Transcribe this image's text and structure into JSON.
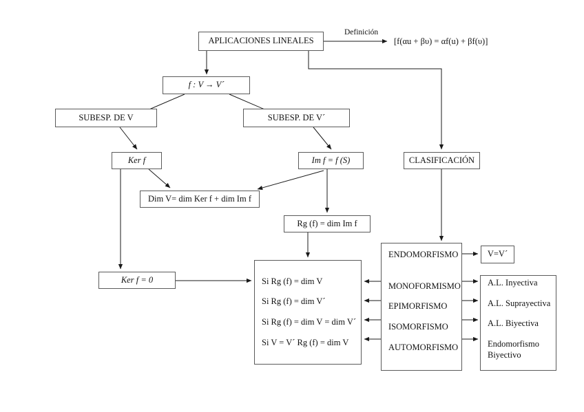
{
  "diagram": {
    "title": "APLICACIONES LINEALES",
    "nodes": {
      "root": "APLICACIONES LINEALES",
      "definicion_label": "Definición",
      "definicion_formula": "[f(αu + βυ) = αf(u) + βf(υ)]",
      "map": "f :  V → V´",
      "subesp_v": "SUBESP. DE V",
      "subesp_vp": "SUBESP. DE V´",
      "ker": "Ker f",
      "im": "Im f = f (S)",
      "dim_rel": "Dim V= dim Ker f +  dim Im f",
      "rango": "Rg (f) = dim Im f",
      "clasificacion": "CLASIFICACIÓN",
      "ker_cero": "Ker f = 0",
      "v_equals_vp": "V=V´"
    },
    "conditions": {
      "rows": [
        "Si Rg (f) = dim V",
        "Si Rg (f) = dim V´",
        "Si Rg (f) = dim V = dim V´",
        "Si V = V´  Rg (f) = dim V"
      ]
    },
    "morphisms": {
      "rows": [
        "ENDOMORFISMO",
        "MONOFORMISMO",
        "EPIMORFISMO",
        "ISOMORFISMO",
        "AUTOMORFISMO"
      ]
    },
    "results": {
      "rows": [
        "A.L. Inyectiva",
        "A.L. Suprayectiva",
        "A.L. Biyectiva",
        "Endomorfismo",
        "Biyectivo"
      ]
    },
    "colors": {
      "line": "#5a5a5a",
      "text": "#111111",
      "background": "#ffffff"
    }
  }
}
